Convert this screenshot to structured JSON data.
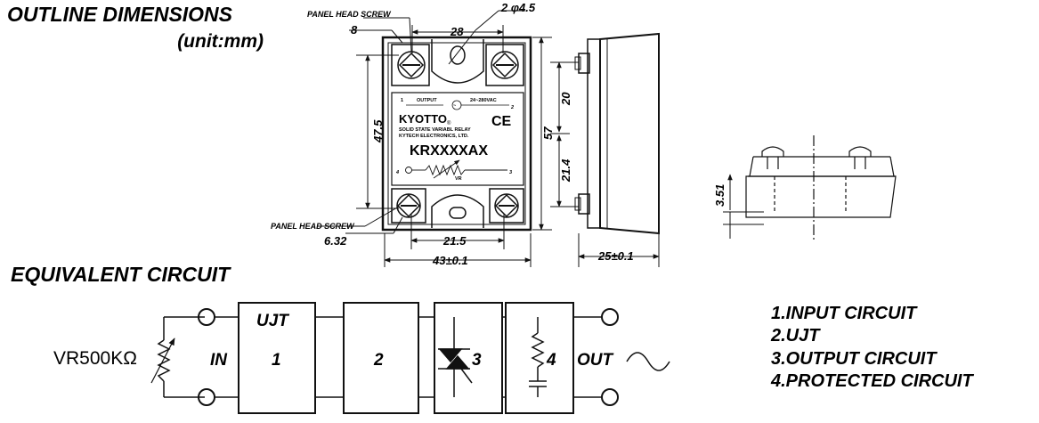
{
  "titles": {
    "outline": "OUTLINE DIMENSIONS",
    "unit": "(unit:mm)",
    "equivalent": "EQUIVALENT  CIRCUIT"
  },
  "outline": {
    "panel_screw_top": "PANEL HEAD SCREW",
    "panel_screw_bottom": "PANEL HEAD SCREW",
    "dim_8": "8",
    "dim_28": "28",
    "dim_hole": "2 φ4.5",
    "dim_47_5": "47.5",
    "dim_57": "57",
    "dim_20": "20",
    "dim_21_4": "21.4",
    "dim_6_32": "6.32",
    "dim_21_5": "21.5",
    "dim_43": "43±0.1",
    "dim_25": "25±0.1",
    "dim_3_51": "3.51"
  },
  "label": {
    "output": "OUTPUT",
    "tilde": "~",
    "voltage": "24~280VAC",
    "t1": "1",
    "t2": "2",
    "t3": "3",
    "t4": "4",
    "brand": "KYOTTO",
    "reg": "®",
    "ce": "CE",
    "line1": "SOLID STATE VARIABL RELAY",
    "line2": "KYTECH ELECTRONICS, LTD.",
    "model": "KRXXXXAX",
    "vr": "VR"
  },
  "circuit": {
    "vr": "VR500KΩ",
    "in": "IN",
    "ujt": "UJT",
    "b1": "1",
    "b2": "2",
    "b3": "3",
    "b4": "4",
    "out": "OUT"
  },
  "legend": [
    "1.INPUT  CIRCUIT",
    "2.UJT",
    "3.OUTPUT  CIRCUIT",
    "4.PROTECTED  CIRCUIT"
  ]
}
